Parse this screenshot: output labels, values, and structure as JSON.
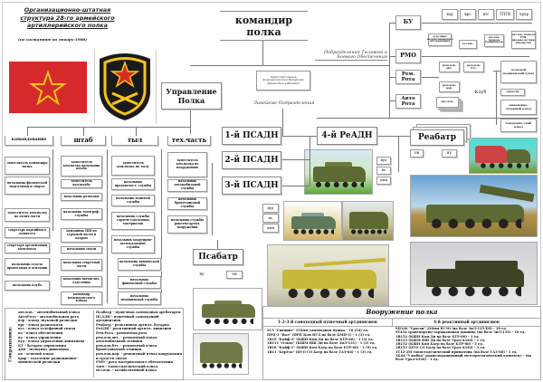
{
  "title": {
    "line1": "Организационно-штатная",
    "line2": "структура  28-го армейского",
    "line3": "артиллерийского  полка",
    "note": "(по состоянию на январь-1988)"
  },
  "hq": {
    "commander": "командир полка",
    "management": "Управление Полка",
    "location": "Пункт Дислокации Демократическая Республика Афганистан г.Шинданд",
    "rear_label": "Подразделения Тылового и Боевого Обеспечения",
    "line_label": "Линейные Подразделения"
  },
  "support": {
    "bu": "БУ",
    "bu_subs": [
      "взр",
      "врс",
      "втс",
      "ТПГВ",
      "орхр"
    ],
    "rmo": "РМО",
    "rmo_subs": [
      "отделение засекречивающего обслуживания",
      "хоз.взв.",
      "авт.взв. подвоза боеприпасов",
      "авт.взв. подвоза ГСМ, продовольствия, имущества"
    ],
    "rem": "Рем. Рота",
    "rem_subs": [
      "рем.взв. авт.",
      "рем.взв. бтт.",
      "рем.взв. вор."
    ],
    "auto": "Авто Рота",
    "auto_sub": "авт.взв.",
    "club": "Клуб",
    "right": [
      "полковой медицинский пункт",
      "оркестр",
      "инженерно-саперный взвод",
      "комендант-ский взвод"
    ]
  },
  "lines": {
    "psadn1": "1-й ПСАДН",
    "psadn2": "2-й ПСАДН",
    "psadn3": "3-й ПСАДН",
    "readn": "4-й РеАДН",
    "reabatr": "Реабатр",
    "psabatr": "Псабатр",
    "ov": "ов",
    "vu": "ву",
    "vud": "вуд",
    "vo": "во",
    "dmp": "дмп"
  },
  "columns": [
    {
      "title": "командование",
      "items": [
        "заместитель командира полка",
        "начальник физической подготовки и спорта",
        "заместитель ком.полка по полит.части",
        "секретарь партийного комитета",
        "секретарь организации комсомола",
        "начальник отдела пропаганды и агитации",
        "начальник клуба"
      ]
    },
    {
      "title": "штаб",
      "items": [
        "заместитель ком.полка начальник штаба",
        "заместитель нач.штаба",
        "начальник разведки",
        "начальник топограф. службы",
        "помощник НШ по строевой части и кадрам",
        "начальник связи",
        "начальник секретной части",
        "начальник вычислит. отделения",
        "командир комендантского взвода"
      ]
    },
    {
      "title": "тыл",
      "items": [
        "заместитель ком.полка по тылу",
        "начальник продовольст. службы",
        "начальник вещевой службы",
        "начальник службы горюче-смазочных материалов",
        "начальник квартирно-эксплуатацион. службы",
        "начальник химической службы",
        "начальник финансовой службы",
        "начальник медицинской службы"
      ]
    },
    {
      "title": "тех.часть",
      "items": [
        "заместитель ком.полка по вооружению",
        "начальник автомобильной службы",
        "начальник бронетанковой службы",
        "начальник службы ракетно-артил. вооружения"
      ]
    }
  ],
  "legend": {
    "title": "Сокращения:",
    "left": [
      "авт.взв. - автомобильный взвод",
      "АвтоРота - автомобильная рота",
      "взр - взвод звуковой разведки",
      "врс - взвод радиосвязи",
      "втс - взвод телефонной связи",
      "во - взвод обеспечения",
      "ву - взвод управления",
      "вуд - взвод управления дивизиона",
      "БУ - батарея управления",
      "дмп - медпункт дивизиона",
      "ов - огневой взвод",
      "орхр - отделение радиационно-химической разведки"
    ],
    "right": [
      "Псабатр - пушечная самоходная артбатарея",
      "ПСАДН - пушечный самоходный артдивизион",
      "Реабатр - реактивная артилл. батарея",
      "РеАДН - реактивный артилл. дивизион",
      "Рем.Рота - ремонтная рота",
      "рем.взв.авт. - ремонтный взвод автомобильной техники",
      "рем.взв.бтт. - ремонтный взвод бронетанковой техники",
      "рем.взв.вор. - ремонтный взвод вооружения и средств связи",
      "РМО - рота материального обеспечения",
      "тпгв - топогеодезический взвод",
      "хоз.взв. - хозяйственный взвод"
    ]
  },
  "armament": {
    "title": "Вооружение полка",
    "left_header": "1-2-3-й самоходный пушечный артдивизион",
    "left": [
      "2С5 \"Гиацинт\" 152мм самоходная пушка - 18 (54) ед.",
      "ПРП-3 \"Вал\" (ПРП Ком ВУД на базе БМП-1) - 1 (3) ед.",
      "1В19 \"Кайф-2\" (КШН Ком.Дн на базе БТР-60) - 1 (3) ед.",
      "1В111 \"Ольха\" (КШМ НШ Дн на базе ЗиЛ-131) - 1 (3) ед.",
      "1В18 \"Кайф-1\" (КШН Ком Батр на базе БТР-60) - 1 (9) ед.",
      "1В11 \"Берёза\" (ПУО СО Батр на базе ГАЗ-66) - 1 (3) ед."
    ],
    "right_header": "4-й реактивный артдивизион",
    "right": [
      "9П140 \"Ураган\" 220мм РСЗО (на базе ЗиЛ-135ЛМ) - 18 ед.",
      "9Т452 транспортно-заряжающая машина (на базе ЗиЛ-135) - 18 ед.",
      "1В152 (КШН Ком.Дн на базе БТР-80) - 1 ед.",
      "1В153 (КШМ НШ Дн на базе Урал-4320) - 1 ед.",
      "1В152 (КШН Ком Батр на базе БТР-80) - 3 ед.",
      "1В153 (ПУО СО Батр на базе Урал-4320) - 3 ед.",
      "1Т12-2М топогеодезический привязчик (на базе ГАЗ-66) - 1 ед.",
      "1Б44 \"Улыбка\" радиолокационный метеорологический комплекс - (на базе Урал-4320) - 1 ед."
    ]
  },
  "colors": {
    "flag": "#d62a2a",
    "star": "#f5c518",
    "emblem_bg": "#1a1a1a",
    "vehicle": "#5e6a33"
  }
}
